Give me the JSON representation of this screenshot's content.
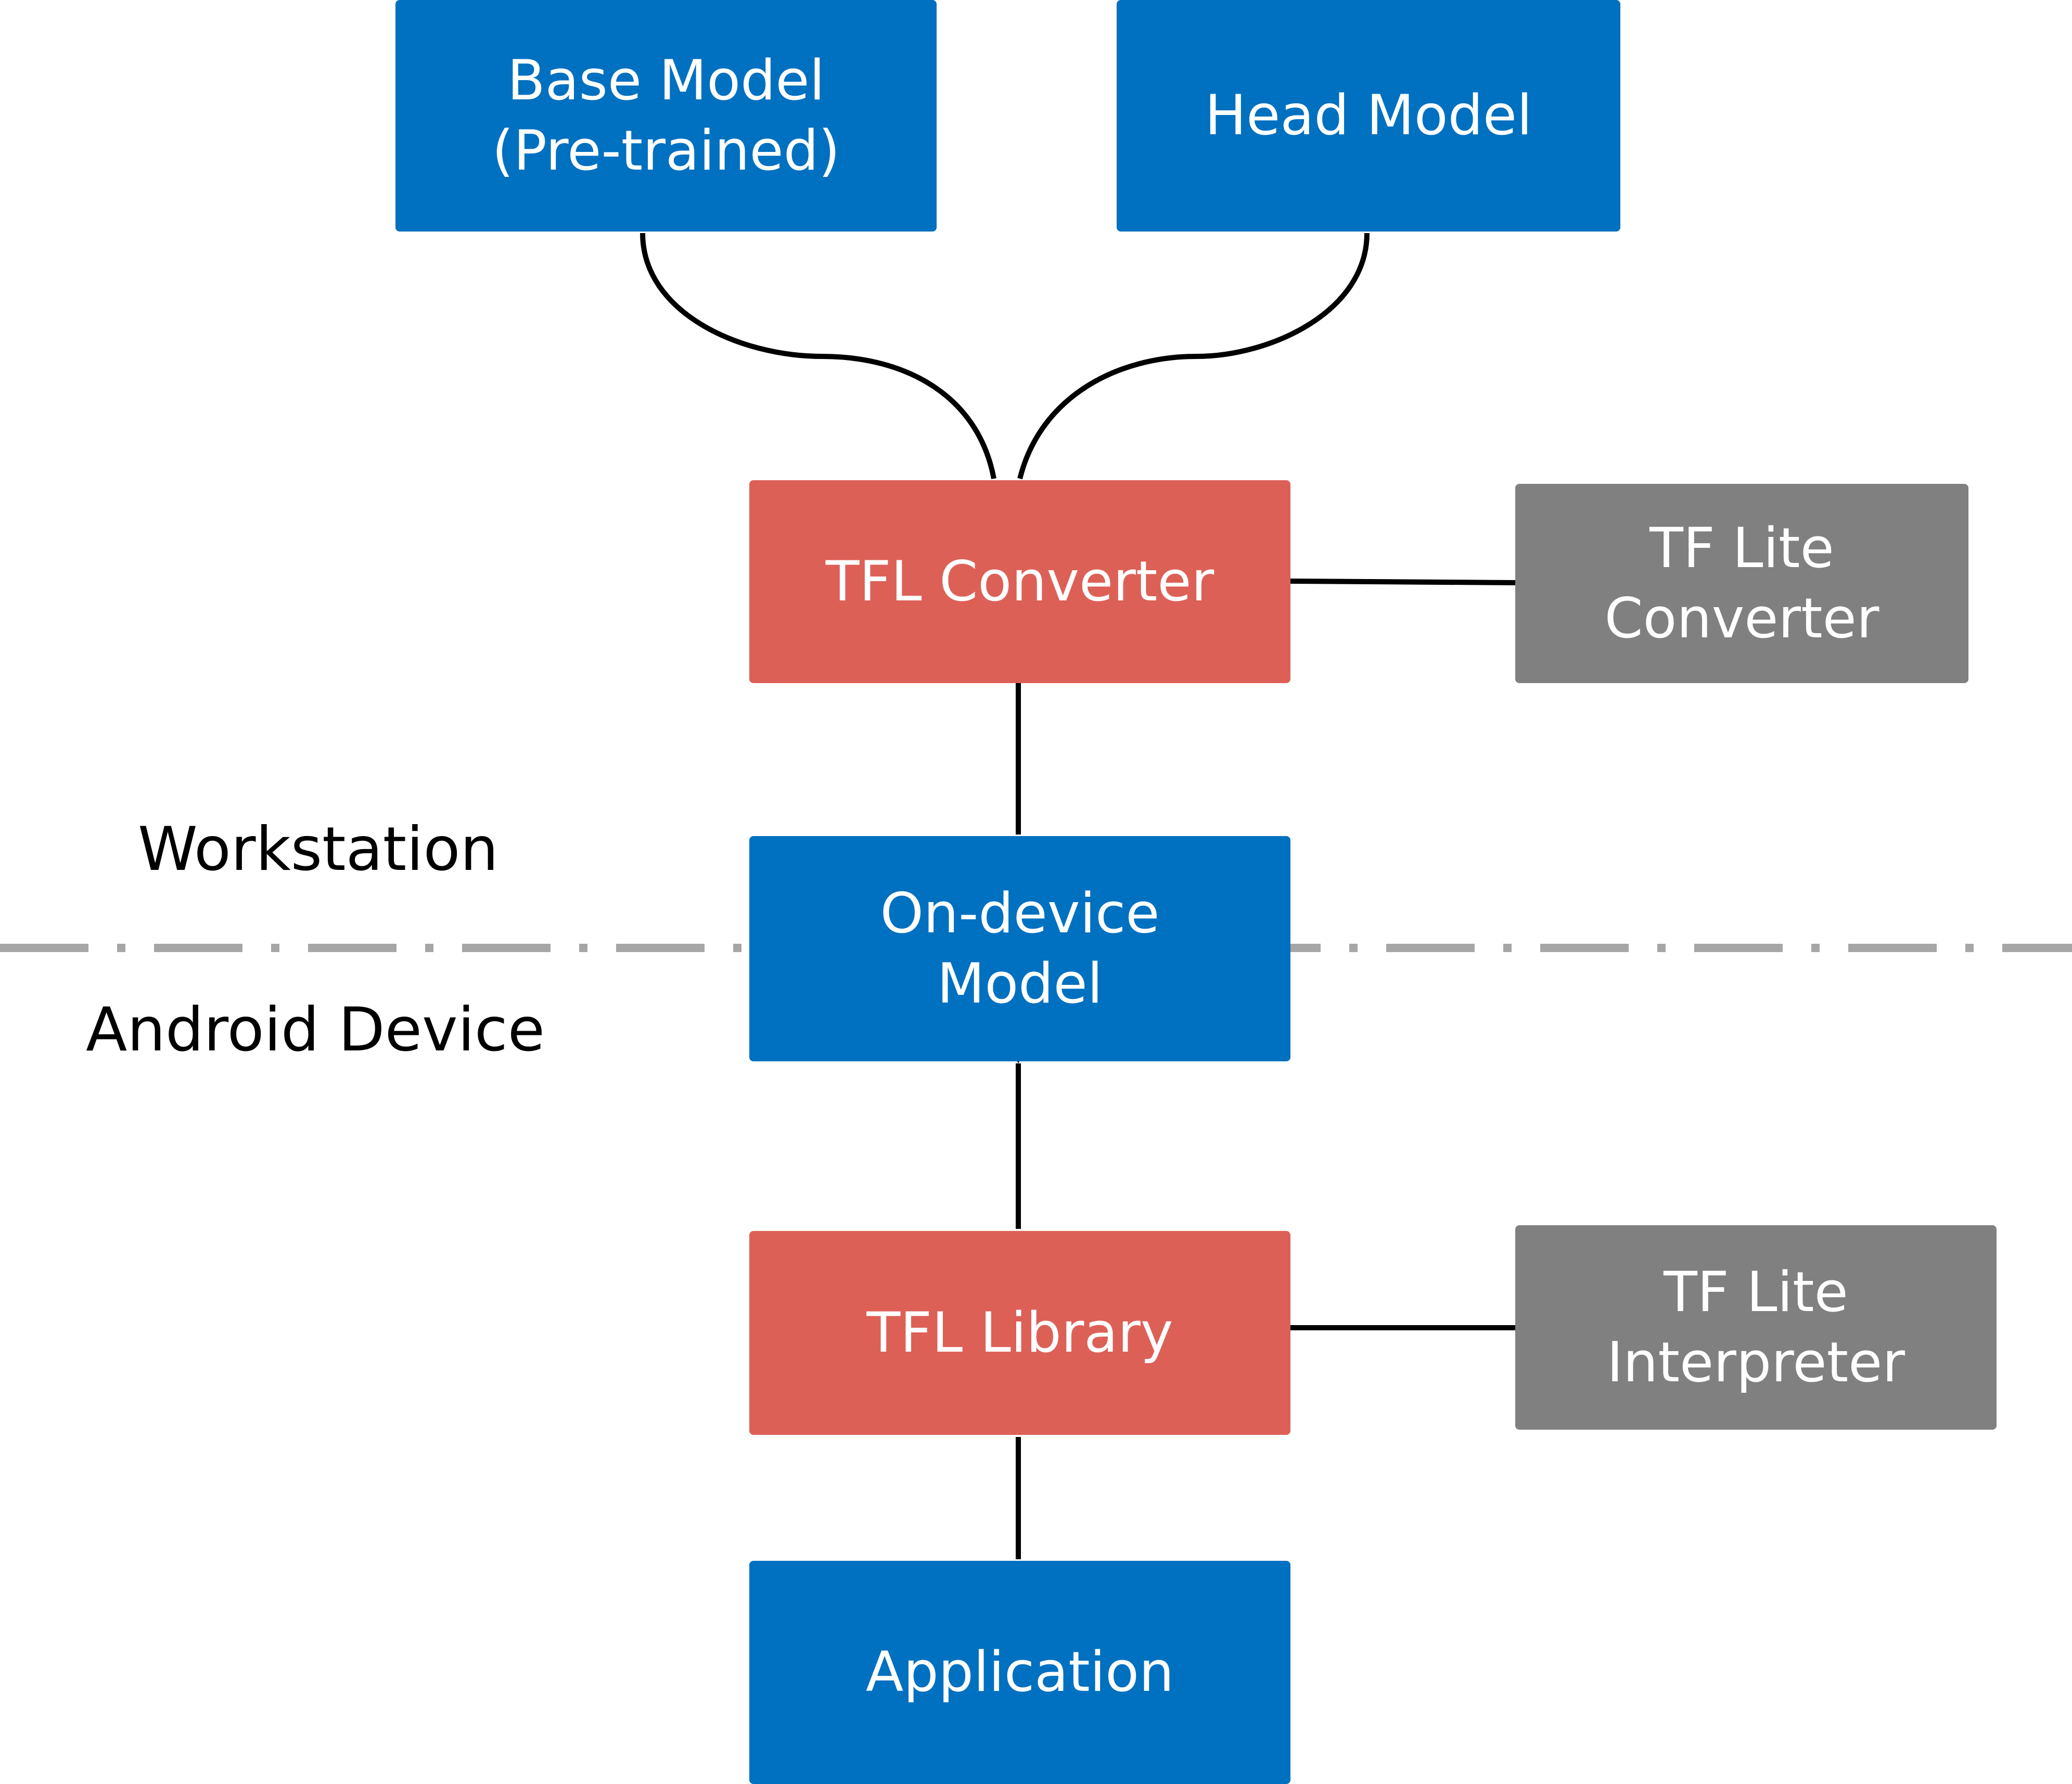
{
  "diagram": {
    "zones": {
      "upper": "Workstation",
      "lower": "Android Device"
    },
    "nodes": {
      "base_model": "Base Model\n(Pre-trained)",
      "head_model": "Head Model",
      "tfl_converter": "TFL Converter",
      "tf_lite_converter": "TF Lite\nConverter",
      "on_device_model": "On-device\nModel",
      "tfl_library": "TFL Library",
      "tf_lite_interpreter": "TF Lite\nInterpreter",
      "application": "Application"
    },
    "colors": {
      "blue": "#0070c0",
      "red": "#dd6057",
      "gray": "#808080",
      "divider": "#a6a6a6"
    }
  }
}
